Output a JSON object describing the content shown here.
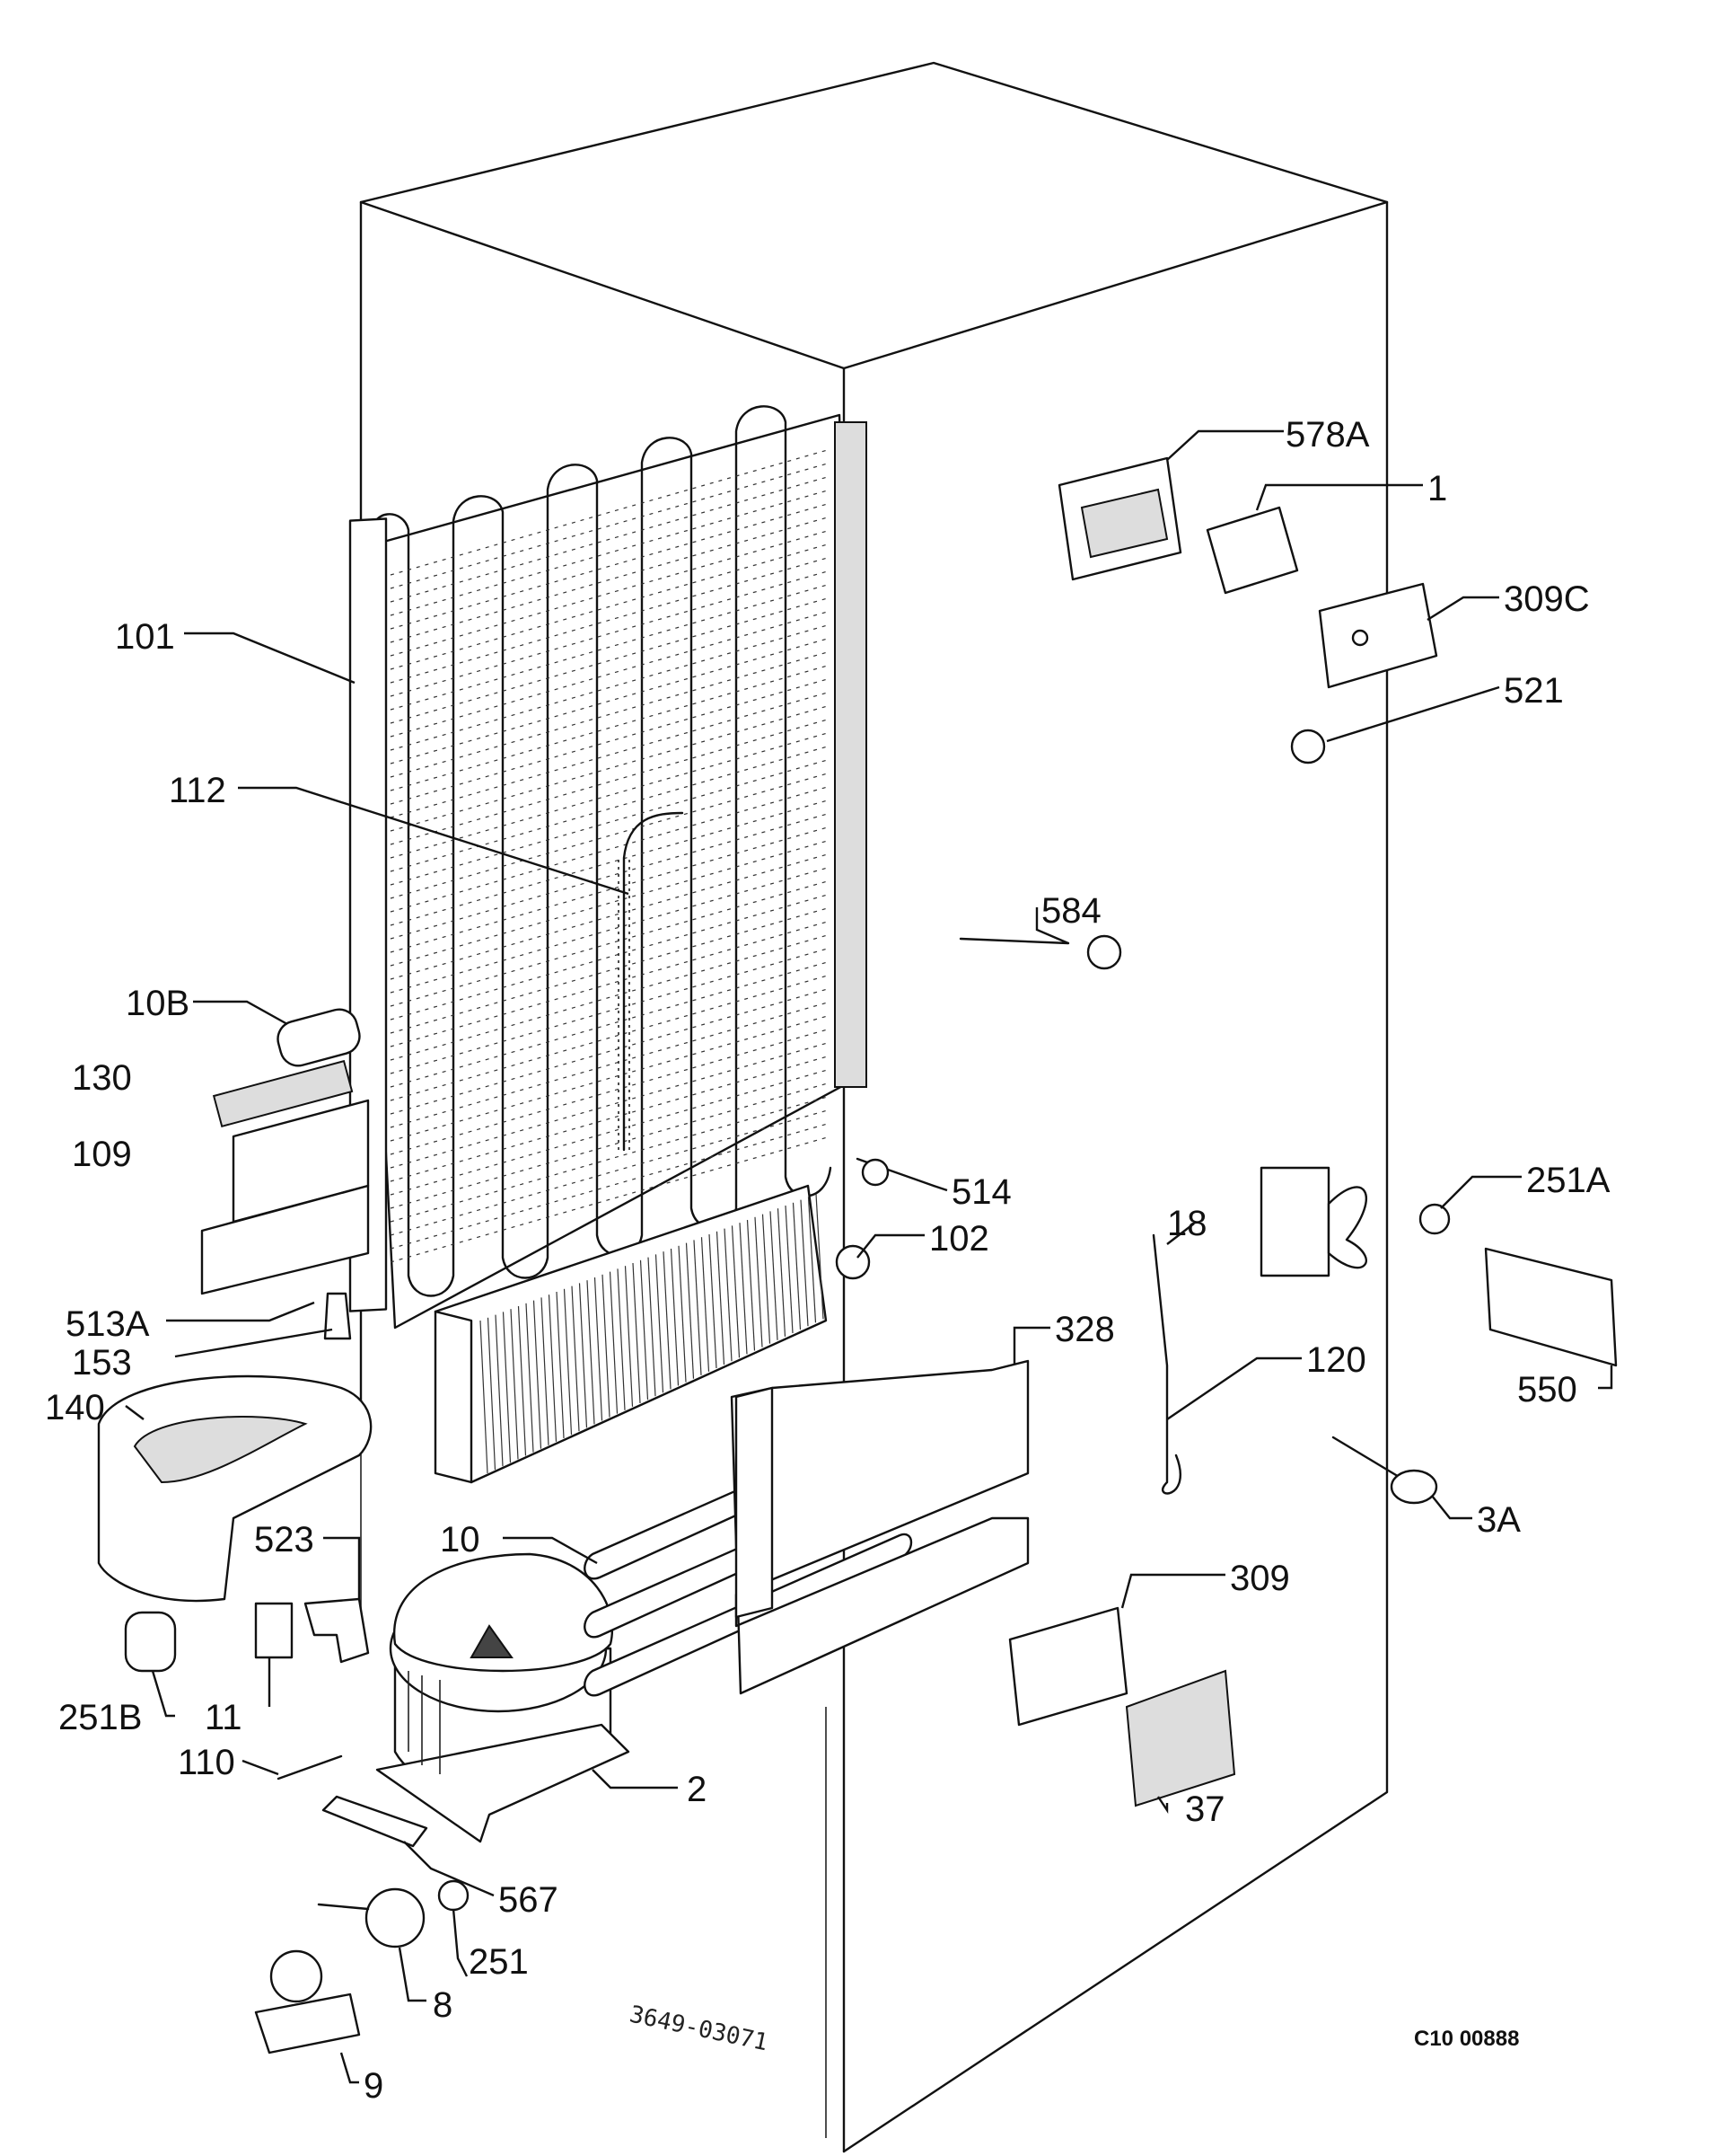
{
  "diagram": {
    "drawing_code": "C10 00888",
    "handwritten_ref": "3649-03071",
    "labels": {
      "p578A": "578A",
      "p1": "1",
      "p309C": "309C",
      "p521": "521",
      "p101": "101",
      "p112": "112",
      "p584": "584",
      "p10B": "10B",
      "p130": "130",
      "p109": "109",
      "p514": "514",
      "p251A": "251A",
      "p102": "102",
      "p18": "18",
      "p513A": "513A",
      "p153": "153",
      "p328": "328",
      "p120": "120",
      "p550": "550",
      "p140": "140",
      "p3A": "3A",
      "p10": "10",
      "p523": "523",
      "p309": "309",
      "p251B": "251B",
      "p11": "11",
      "p110": "110",
      "p2": "2",
      "p37": "37",
      "p567": "567",
      "p251": "251",
      "p8": "8",
      "p9": "9"
    }
  }
}
